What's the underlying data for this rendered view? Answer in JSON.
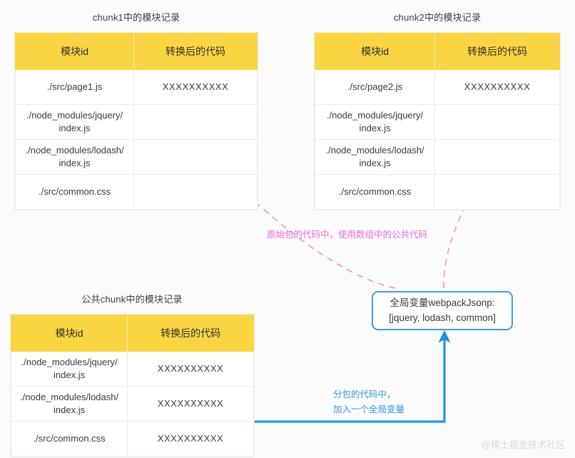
{
  "colors": {
    "header_yellow": "#F9D543",
    "accent_blue": "#3a9fe0",
    "accent_pink": "#e96bd0",
    "background": "#fbfbfb",
    "grid_line": "#ececec",
    "watermark": "#d8d8d8"
  },
  "columns": {
    "module_id": "模块id",
    "transformed_code": "转换后的代码"
  },
  "tables": [
    {
      "id": "chunk1",
      "title": "chunk1中的模块记录",
      "rows": [
        {
          "module_id": "./src/page1.js",
          "code": "XXXXXXXXXX"
        },
        {
          "module_id": "./node_modules/jquery/\nindex.js",
          "code": ""
        },
        {
          "module_id": "./node_modules/lodash/\nindex.js",
          "code": ""
        },
        {
          "module_id": "./src/common.css",
          "code": ""
        }
      ]
    },
    {
      "id": "chunk2",
      "title": "chunk2中的模块记录",
      "rows": [
        {
          "module_id": "./src/page2.js",
          "code": "XXXXXXXXXX"
        },
        {
          "module_id": "./node_modules/jquery/\nindex.js",
          "code": ""
        },
        {
          "module_id": "./node_modules/lodash/\nindex.js",
          "code": ""
        },
        {
          "module_id": "./src/common.css",
          "code": ""
        }
      ]
    },
    {
      "id": "common-chunk",
      "title": "公共chunk中的模块记录",
      "rows": [
        {
          "module_id": "./node_modules/jquery/\nindex.js",
          "code": "XXXXXXXXXX"
        },
        {
          "module_id": "./node_modules/lodash/\nindex.js",
          "code": "XXXXXXXXXX"
        },
        {
          "module_id": "./src/common.css",
          "code": "XXXXXXXXXX"
        }
      ]
    }
  ],
  "global_var_box": {
    "line1": "全局变量webpackJsonp:",
    "line2": "[jquery, lodash, common]"
  },
  "annotations": {
    "pink_note": "原始包的代码中，使用数组中的公共代码",
    "blue_note_line1": "分包的代码中，",
    "blue_note_line2": "加入一个全局变量"
  },
  "watermark": "@稀土掘金技术社区"
}
